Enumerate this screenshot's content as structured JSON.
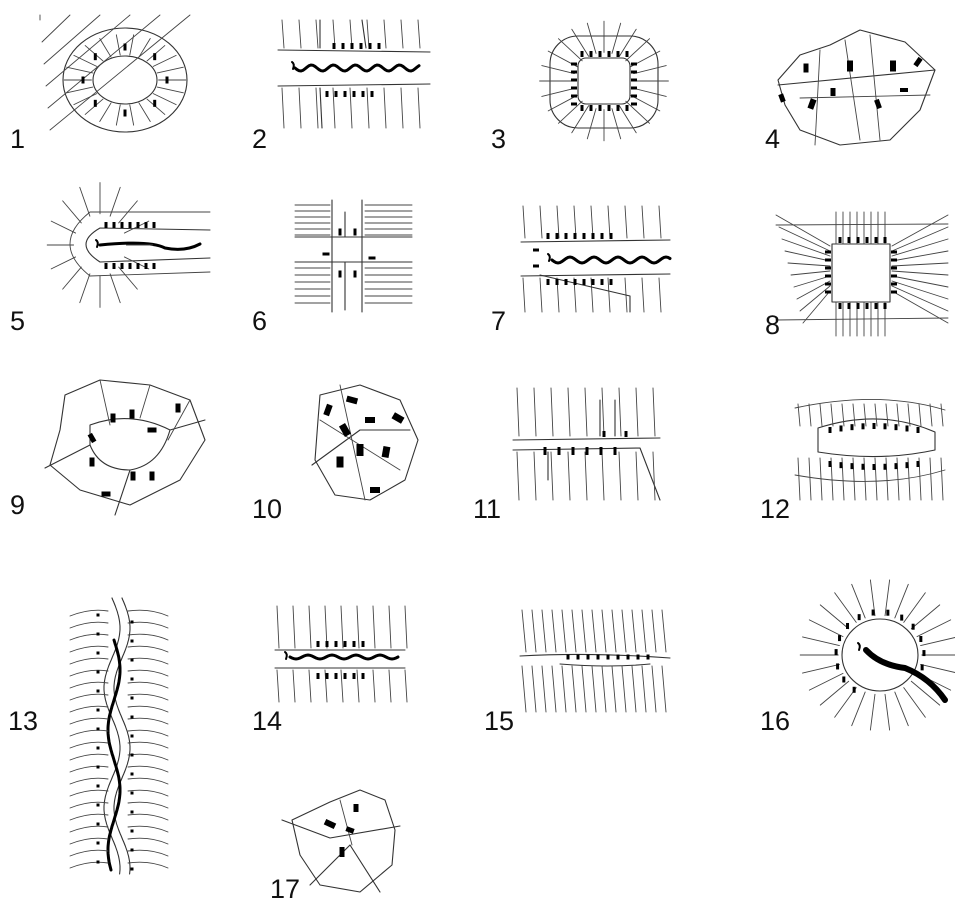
{
  "figure": {
    "panels": [
      {
        "id": "p1",
        "label": "1"
      },
      {
        "id": "p2",
        "label": "2"
      },
      {
        "id": "p3",
        "label": "3"
      },
      {
        "id": "p4",
        "label": "4"
      },
      {
        "id": "p5",
        "label": "5"
      },
      {
        "id": "p6",
        "label": "6"
      },
      {
        "id": "p7",
        "label": "7"
      },
      {
        "id": "p8",
        "label": "8"
      },
      {
        "id": "p9",
        "label": "9"
      },
      {
        "id": "p10",
        "label": "10"
      },
      {
        "id": "p11",
        "label": "11"
      },
      {
        "id": "p12",
        "label": "12"
      },
      {
        "id": "p13",
        "label": "13"
      },
      {
        "id": "p14",
        "label": "14"
      },
      {
        "id": "p15",
        "label": "15"
      },
      {
        "id": "p16",
        "label": "16"
      },
      {
        "id": "p17",
        "label": "17"
      }
    ],
    "colors": {
      "line": "#333333",
      "house": "#000000",
      "label": "#111111",
      "background": "#ffffff"
    }
  }
}
